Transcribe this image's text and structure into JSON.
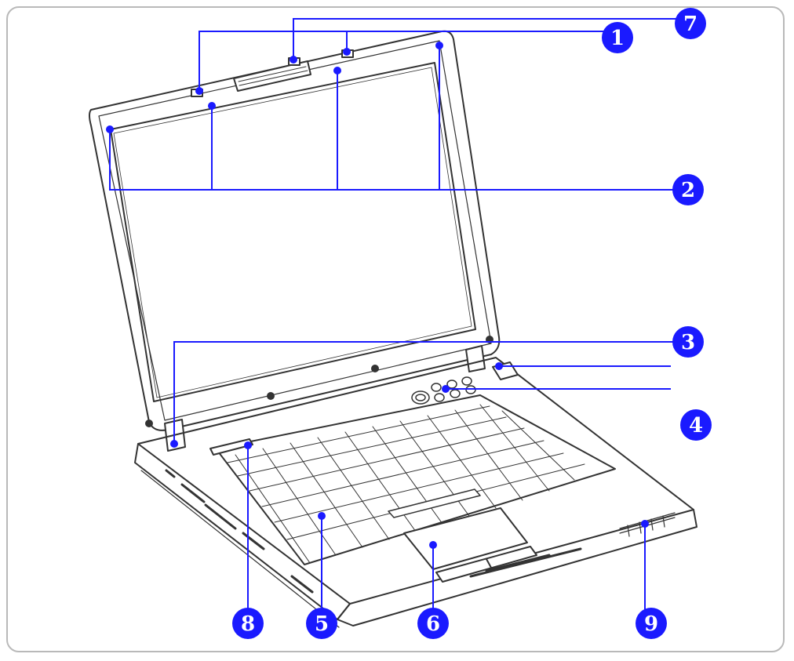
{
  "figure": {
    "line_color": "#1a1aff",
    "marker_color": "#1a1aff",
    "drawing_color": "#333333",
    "callouts": [
      {
        "id": "c1",
        "label": "1"
      },
      {
        "id": "c2",
        "label": "2"
      },
      {
        "id": "c3",
        "label": "3"
      },
      {
        "id": "c4",
        "label": "4"
      },
      {
        "id": "c5",
        "label": "5"
      },
      {
        "id": "c6",
        "label": "6"
      },
      {
        "id": "c7",
        "label": "7"
      },
      {
        "id": "c8",
        "label": "8"
      },
      {
        "id": "c9",
        "label": "9"
      }
    ]
  }
}
